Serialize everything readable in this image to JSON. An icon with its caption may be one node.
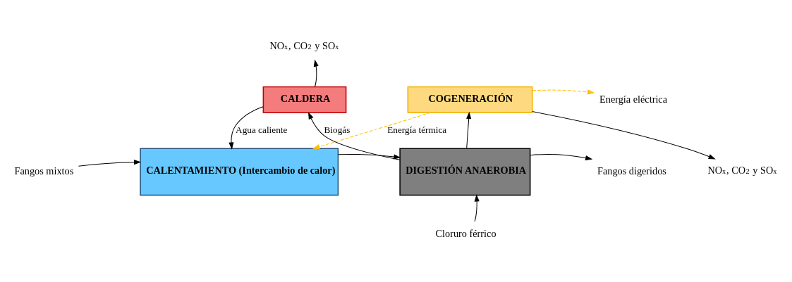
{
  "diagram": {
    "nodes": [
      {
        "text": [
          "CALDERA"
        ]
      },
      {
        "text": [
          "COGENERACIÓN"
        ]
      },
      {
        "text": [
          "CALENTAMIENTO (Intercambio de calor)"
        ]
      },
      {
        "text": [
          "DIGESTIÓN ANAEROBIA"
        ]
      },
      {
        "text": [
          "NO$_{x}$, CO$_{2}$ y SO$_{x}$"
        ]
      },
      {
        "text": [
          "NO$_{x}$, CO$_{2}$ y SO$_{x}$"
        ]
      },
      {
        "text": [
          "Energía eléctrica"
        ]
      },
      {
        "text": [
          "Fangos mixtos"
        ]
      },
      {
        "text": [
          "Fangos digeridos"
        ]
      },
      {
        "text": [
          "Cloruro férrico"
        ]
      }
    ],
    "edges": [
      {
        "from": 0,
        "to": 4,
        "arrow": "to"
      },
      {
        "from": 3,
        "to": 0,
        "arrow": "to",
        "label": "Biogás"
      },
      {
        "from": 3,
        "to": 1,
        "arrow": "to"
      },
      {
        "from": 1,
        "to": 5,
        "arrow": "to"
      },
      {
        "from": 1,
        "to": 6,
        "arrow": "to",
        "style": "dashed",
        "color": "#ffc000"
      },
      {
        "from": 1,
        "to": 2,
        "arrow": "to",
        "label": "Energía térmica",
        "style": "dashed",
        "color": "#ffc000"
      },
      {
        "from": 0,
        "to": 2,
        "arrow": "to",
        "label": "Agua caliente"
      },
      {
        "from": 7,
        "to": 2,
        "arrow": "to"
      },
      {
        "from": 2,
        "to": 3,
        "arrow": "to"
      },
      {
        "from": 3,
        "to": 8,
        "arrow": "to"
      },
      {
        "from": 9,
        "to": 3,
        "arrow": "to"
      }
    ]
  }
}
